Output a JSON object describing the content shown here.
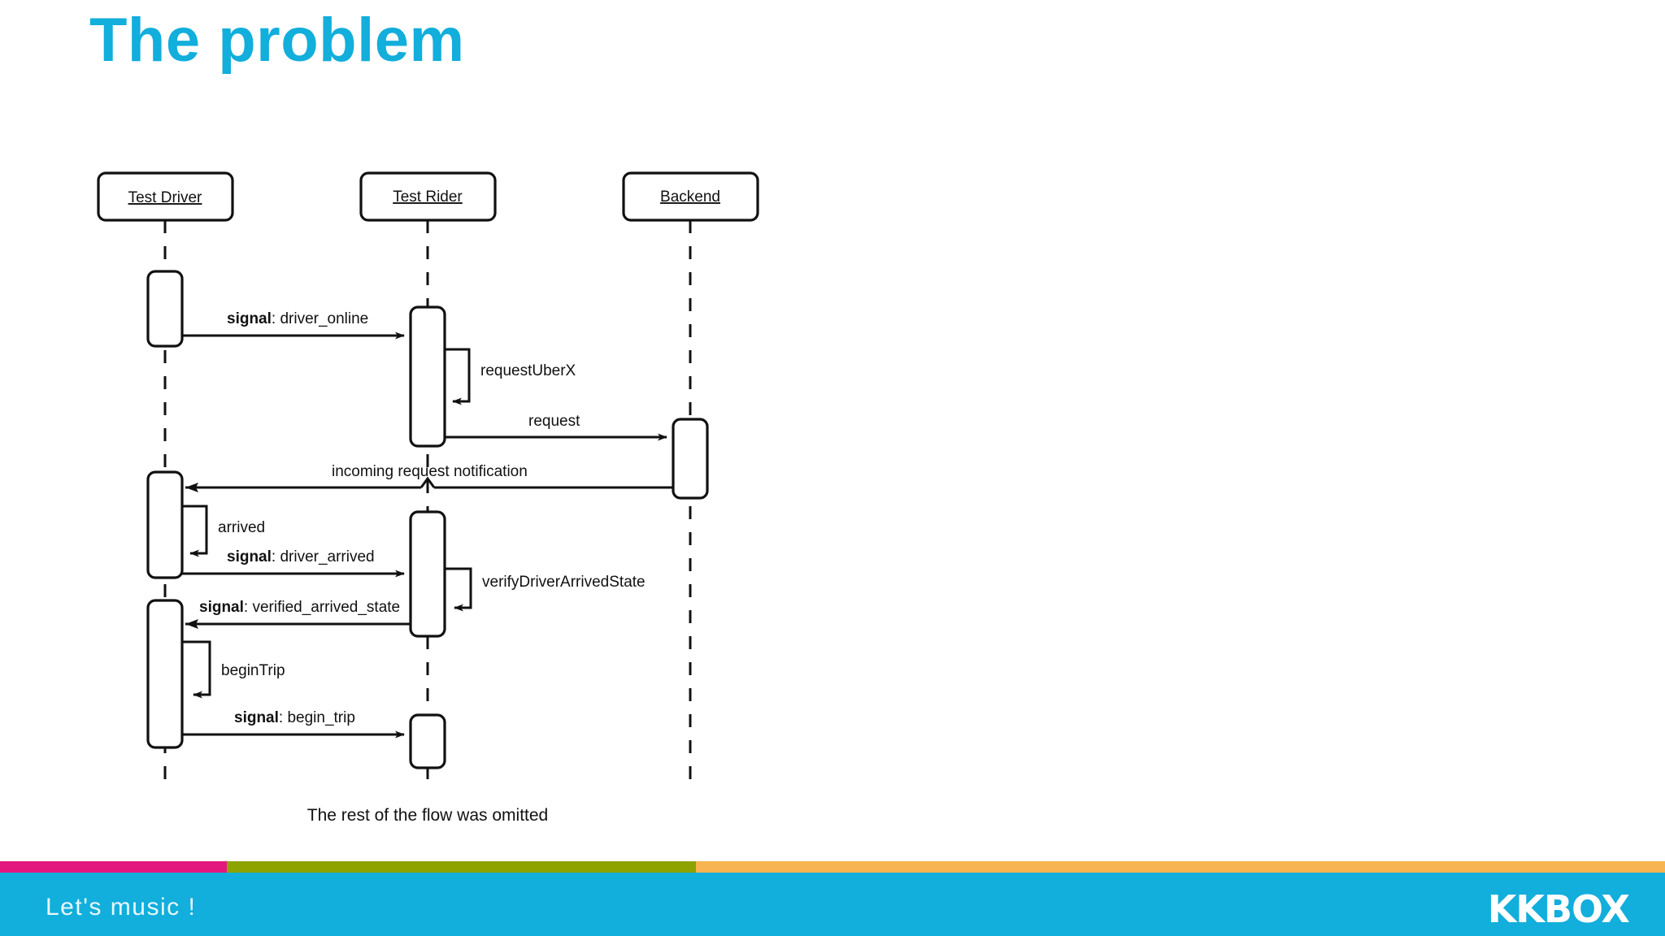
{
  "slide": {
    "title": "The problem",
    "title_color": "#12AEDC"
  },
  "diagram": {
    "type": "uml-sequence-diagram",
    "caption": "The rest of the flow was omitted",
    "actors": [
      {
        "id": "driver",
        "label": "Test Driver"
      },
      {
        "id": "rider",
        "label": "Test Rider"
      },
      {
        "id": "backend",
        "label": "Backend"
      }
    ],
    "messages": [
      {
        "index": 1,
        "from": "driver",
        "to": "rider",
        "kind": "call",
        "label_bold": "signal",
        "label_rest": ": driver_online"
      },
      {
        "index": 2,
        "from": "rider",
        "to": "rider",
        "kind": "self",
        "label_bold": "",
        "label_rest": "requestUberX"
      },
      {
        "index": 3,
        "from": "rider",
        "to": "backend",
        "kind": "call",
        "label_bold": "",
        "label_rest": "request"
      },
      {
        "index": 4,
        "from": "backend",
        "to": "driver",
        "kind": "reply",
        "label_bold": "",
        "label_rest": "incoming request notification"
      },
      {
        "index": 5,
        "from": "driver",
        "to": "driver",
        "kind": "self",
        "label_bold": "",
        "label_rest": "arrived"
      },
      {
        "index": 6,
        "from": "driver",
        "to": "rider",
        "kind": "call",
        "label_bold": "signal",
        "label_rest": ": driver_arrived"
      },
      {
        "index": 7,
        "from": "rider",
        "to": "rider",
        "kind": "self",
        "label_bold": "",
        "label_rest": "verifyDriverArrivedState"
      },
      {
        "index": 8,
        "from": "rider",
        "to": "driver",
        "kind": "reply",
        "label_bold": "signal",
        "label_rest": ": verified_arrived_state"
      },
      {
        "index": 9,
        "from": "driver",
        "to": "driver",
        "kind": "self",
        "label_bold": "",
        "label_rest": "beginTrip"
      },
      {
        "index": 10,
        "from": "driver",
        "to": "rider",
        "kind": "call",
        "label_bold": "signal",
        "label_rest": ": begin_trip"
      }
    ],
    "labels": {
      "m1_bold": "signal",
      "m1_rest": ": driver_online",
      "m2": "requestUberX",
      "m3": "request",
      "m4": "incoming request notification",
      "m5": "arrived",
      "m6_bold": "signal",
      "m6_rest": ": driver_arrived",
      "m7": "verifyDriverArrivedState",
      "m8_bold": "signal",
      "m8_rest": ": verified_arrived_state",
      "m9": "beginTrip",
      "m10_bold": "signal",
      "m10_rest": ": begin_trip"
    }
  },
  "footer": {
    "tagline": "Let's music !",
    "logo": "KKBOX",
    "band_color": "#12AEDC",
    "colorbar": [
      {
        "name": "magenta",
        "color": "#E2187F",
        "width_pct": 13.6
      },
      {
        "name": "olive",
        "color": "#8CA300",
        "width_pct": 28.2
      },
      {
        "name": "orange",
        "color": "#F7B450",
        "width_pct": 58.2
      }
    ]
  }
}
